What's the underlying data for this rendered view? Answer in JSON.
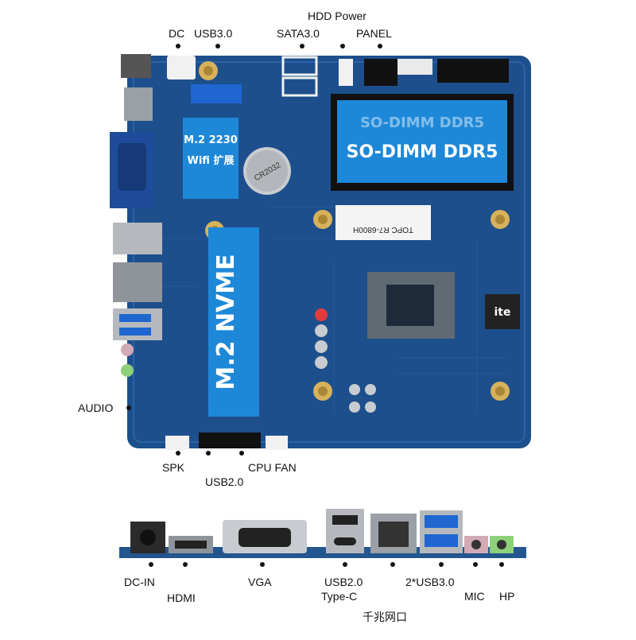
{
  "top_labels": {
    "dc": "DC",
    "usb30_top": "USB3.0",
    "sata": "SATA3.0",
    "hdd_power": "HDD Power",
    "panel": "PANEL"
  },
  "side_labels": {
    "audio": "AUDIO",
    "spk": "SPK",
    "usb20_bottom": "USB2.0",
    "cpu_fan": "CPU FAN"
  },
  "board_text": {
    "m2_wifi_line1": "M.2  2230",
    "m2_wifi_line2": "Wifi 扩展",
    "m2_nvme": "M.2 NVME",
    "sodimm_ghost": "SO-DIMM DDR5",
    "sodimm": "SO-DIMM DDR5",
    "battery": "CR2032",
    "model_sticker": "TOPC R7-6800H",
    "ite": "ite"
  },
  "io_labels": {
    "dc_in": "DC-IN",
    "hdmi": "HDMI",
    "vga": "VGA",
    "usb20": "USB2.0",
    "type_c": "Type-C",
    "gigabit_lan": "千兆网口",
    "usb30x2": "2*USB3.0",
    "mic": "MIC",
    "hp": "HP"
  },
  "colors": {
    "pcb": "#1d4f8c",
    "pcb_dark": "#143a6b",
    "callout_box": "#1e88d8",
    "hole_gold": "#d8b25a",
    "usb3_blue": "#1f66d1",
    "mic_pink": "#d2a9b4",
    "hp_green": "#8fd07a"
  }
}
